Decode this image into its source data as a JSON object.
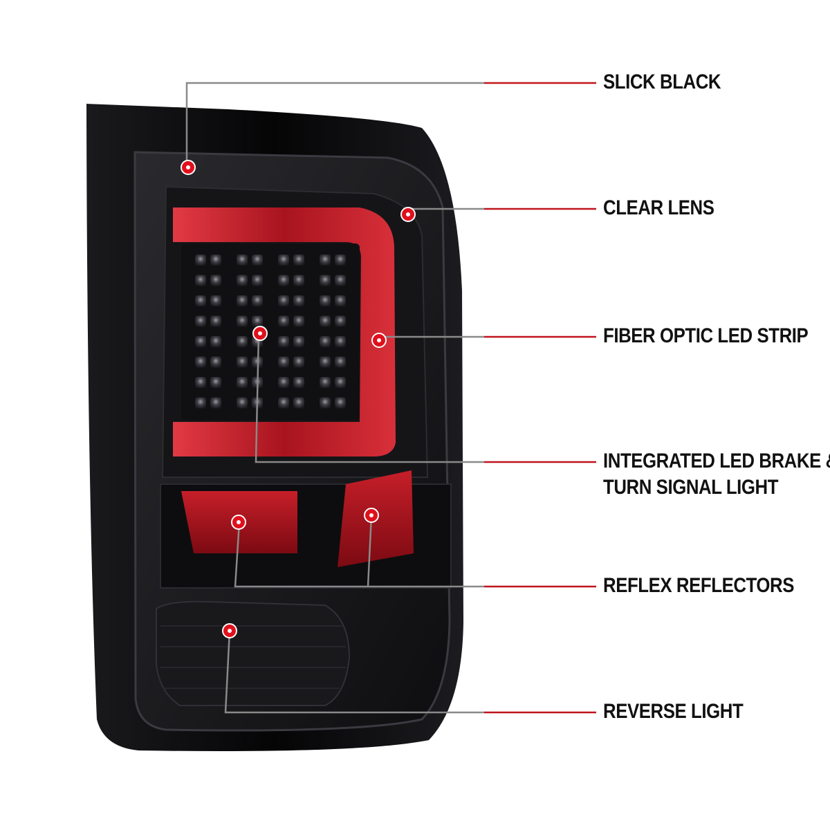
{
  "callouts": {
    "slick_black": "SLICK BLACK",
    "clear_lens": "CLEAR LENS",
    "fiber_optic": "FIBER OPTIC LED STRIP",
    "integrated_line1": "INTEGRATED LED BRAKE &",
    "integrated_line2": "TURN SIGNAL LIGHT",
    "reflex": "REFLEX REFLECTORS",
    "reverse": "REVERSE LIGHT"
  },
  "colors": {
    "leader_gray": "#8a8a8a",
    "leader_red": "#c0141c",
    "dot_red": "#e0101c",
    "housing_black": "#0b0b0d",
    "led_bar_red": "#c4232e",
    "reflector_red": "#b0121c"
  },
  "led_grid": {
    "columns": 4,
    "rows": 8
  }
}
